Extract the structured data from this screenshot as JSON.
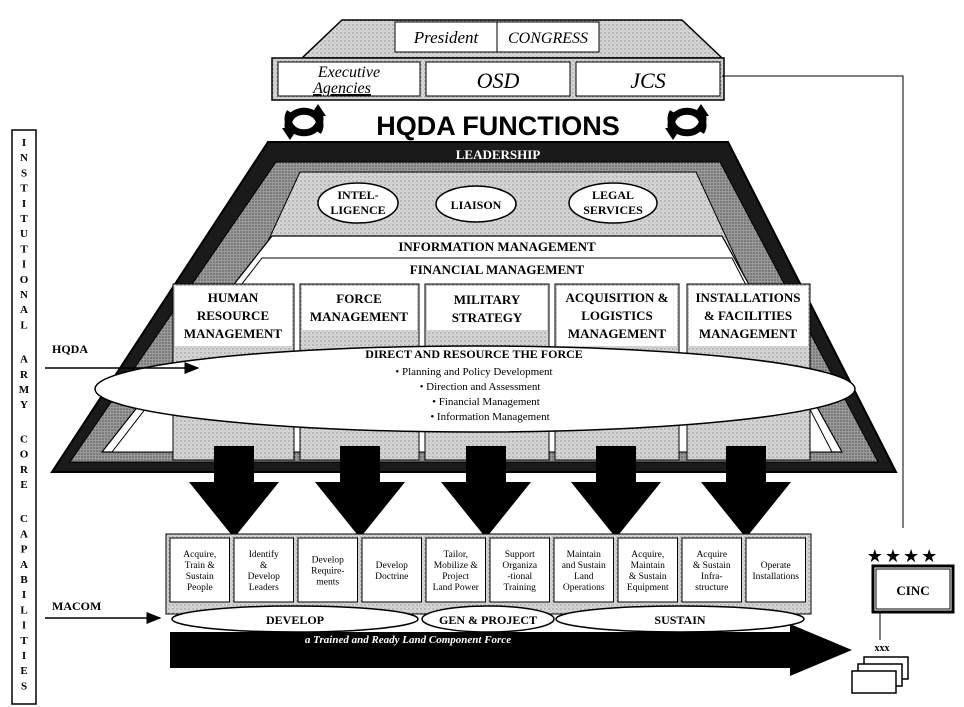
{
  "top": {
    "president": "President",
    "congress": "CONGRESS",
    "executive_agencies": [
      "Executive",
      "Agencies"
    ],
    "osd": "OSD",
    "jcs": "JCS"
  },
  "title": "HQDA FUNCTIONS",
  "leadership": "LEADERSHIP",
  "ovals": {
    "intelligence": [
      "INTEL-",
      "LIGENCE"
    ],
    "liaison": "LIAISON",
    "legal": [
      "LEGAL",
      "SERVICES"
    ]
  },
  "information_management": "INFORMATION MANAGEMENT",
  "financial_management": "FINANCIAL MANAGEMENT",
  "functions": [
    [
      "HUMAN",
      "RESOURCE",
      "MANAGEMENT"
    ],
    [
      "FORCE",
      "MANAGEMENT"
    ],
    [
      "MILITARY",
      "STRATEGY"
    ],
    [
      "ACQUISITION &",
      "LOGISTICS",
      "MANAGEMENT"
    ],
    [
      "INSTALLATIONS",
      "& FACILITIES",
      "MANAGEMENT"
    ]
  ],
  "direct": {
    "title": "DIRECT AND RESOURCE THE FORCE",
    "bullets": [
      "• Planning and Policy Development",
      "• Direction and Assessment",
      "• Financial Management",
      "• Information Management"
    ]
  },
  "left_label": "INSTITUTIONAL ARMY CORE CAPABILITIES",
  "hqda_label": "HQDA",
  "macom_label": "MACOM",
  "macom_boxes": [
    [
      "Acquire,",
      "Train &",
      "Sustain",
      "People"
    ],
    [
      "Identify",
      "&",
      "Develop",
      "Leaders"
    ],
    [
      "Develop",
      "Require-",
      "ments"
    ],
    [
      "Develop",
      "Doctrine"
    ],
    [
      "Tailor,",
      "Mobilize &",
      "Project",
      "Land Power"
    ],
    [
      "Support",
      "Organiza",
      "-tional",
      "Training"
    ],
    [
      "Maintain",
      "and Sustain",
      "Land",
      "Operations"
    ],
    [
      "Acquire,",
      "Maintain",
      "& Sustain",
      "Equipment"
    ],
    [
      "Acquire",
      "& Sustain",
      "Infra-",
      "structure"
    ],
    [
      "Operate",
      "Installations"
    ]
  ],
  "bottom_ovals": {
    "develop": "DEVELOP",
    "gen_project": "GEN & PROJECT",
    "sustain": "SUSTAIN"
  },
  "force_label": "a Trained and Ready Land Component Force",
  "cinc": {
    "stars": "★★★★",
    "label": "CINC",
    "xxx": "xxx"
  }
}
